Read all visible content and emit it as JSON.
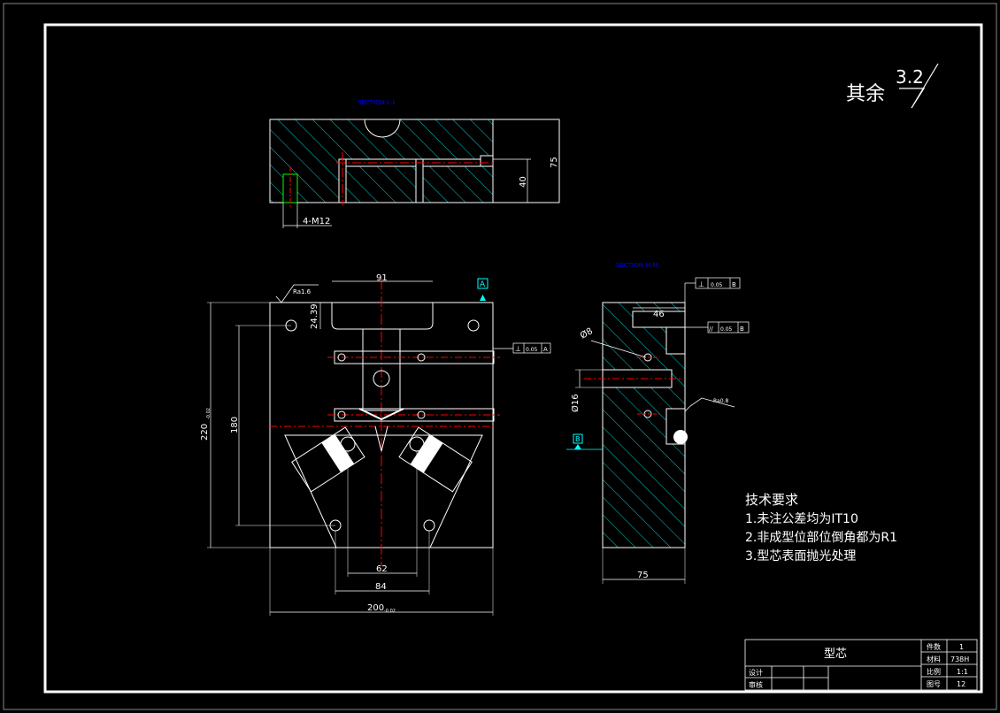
{
  "surface_finish": {
    "prefix": "其余",
    "value": "3.2"
  },
  "section_top": {
    "title": "SECTION L-L",
    "dims": {
      "height": "75",
      "channel": "40"
    },
    "thread_note": "4-M12"
  },
  "front_view": {
    "width_label": "200",
    "width_tol": "-0.02",
    "height_label": "220",
    "height_tol": "-0.02",
    "dims": {
      "top_slot": "91",
      "slot_depth": "24.39",
      "hole_span_v": "180",
      "inner_62": "62",
      "inner_84": "84"
    },
    "roughness": "Ra1.6",
    "datum": "A",
    "fcf": {
      "symbol": "⊥",
      "value": "0.05",
      "datum": "A"
    }
  },
  "section_right": {
    "title": "SECTION M-M",
    "dims": {
      "depth": "46",
      "width": "75",
      "hole_d": "Ø8",
      "channel_d": "Ø16"
    },
    "datum": "B",
    "roughness": "Ra0.8",
    "fcf1": {
      "symbol": "⊥",
      "value": "0.05",
      "datum": "B"
    },
    "fcf2": {
      "symbol": "//",
      "value": "0.05",
      "datum": "B"
    }
  },
  "tech_notes": {
    "heading": "技术要求",
    "items": [
      "1.未注公差均为IT10",
      "2.非成型位部位倒角都为R1",
      "3.型芯表面抛光处理"
    ]
  },
  "title_block": {
    "part_name": "型芯",
    "design_label": "设计",
    "review_label": "审核",
    "qty_label": "件数",
    "qty_value": "1",
    "material_label": "材料",
    "material_value": "738H",
    "scale_label": "比例",
    "scale_value": "1:1",
    "drawing_no_label": "图号",
    "drawing_no_value": "12"
  },
  "colors": {
    "outline": "#ffffff",
    "hatch": "#00ffff",
    "center": "#ff0000",
    "dim": "#ffffff",
    "green": "#00ff00",
    "section_title": "#0000ff"
  }
}
